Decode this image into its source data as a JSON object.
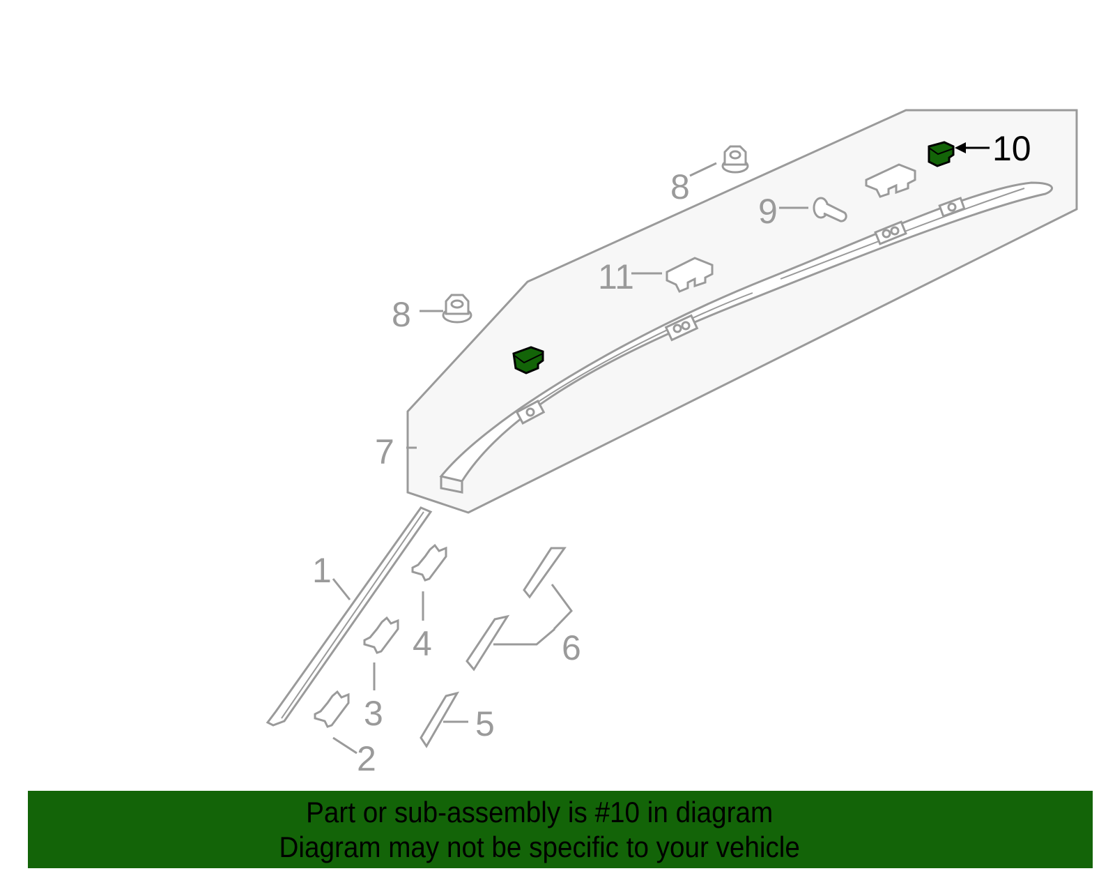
{
  "diagram": {
    "highlight_color": "#136408",
    "line_color": "#9a9a9a",
    "panel_fill": "#f7f7f7",
    "highlighted_part": "10",
    "callouts": [
      {
        "id": "1",
        "label": "1"
      },
      {
        "id": "2",
        "label": "2"
      },
      {
        "id": "3",
        "label": "3"
      },
      {
        "id": "4",
        "label": "4"
      },
      {
        "id": "5",
        "label": "5"
      },
      {
        "id": "6",
        "label": "6"
      },
      {
        "id": "7",
        "label": "7"
      },
      {
        "id": "8a",
        "label": "8"
      },
      {
        "id": "8b",
        "label": "8"
      },
      {
        "id": "9",
        "label": "9"
      },
      {
        "id": "10",
        "label": "10"
      },
      {
        "id": "11",
        "label": "11"
      }
    ]
  },
  "banner": {
    "line1": "Part or sub-assembly is #10 in diagram",
    "line2": "Diagram may not be specific to your vehicle"
  }
}
